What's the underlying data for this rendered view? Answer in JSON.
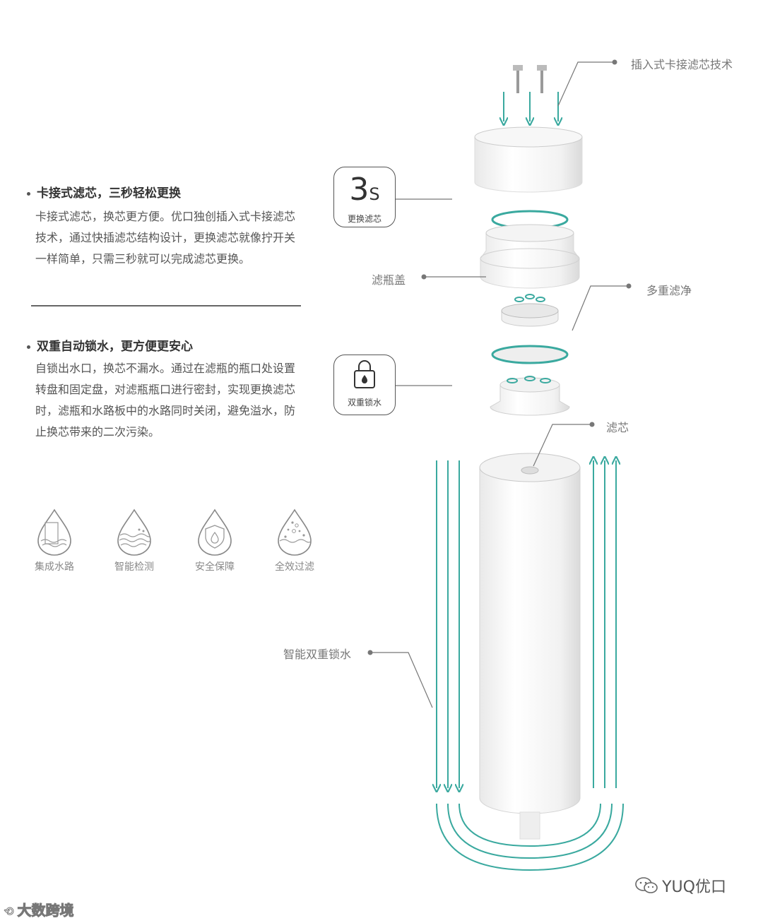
{
  "sections": [
    {
      "title": "卡接式滤芯，三秒轻松更换",
      "body": "卡接式滤芯，换芯更方便。优口独创插入式卡接滤芯技术，通过快插滤芯结构设计，更换滤芯就像拧开关一样简单，只需三秒就可以完成滤芯更换。"
    },
    {
      "title": "双重自动锁水，更方便更安心",
      "body": "自锁出水口，换芯不漏水。通过在滤瓶的瓶口处设置转盘和固定盘，对滤瓶瓶口进行密封，实现更换滤芯时，滤瓶和水路板中的水路同时关闭，避免溢水，防止换芯带来的二次污染。"
    }
  ],
  "features": [
    {
      "label": "集成水路",
      "icon": "integrated-waterway-icon"
    },
    {
      "label": "智能检测",
      "icon": "smart-detection-icon"
    },
    {
      "label": "安全保障",
      "icon": "safety-shield-icon"
    },
    {
      "label": "全效过滤",
      "icon": "full-filtration-icon"
    }
  ],
  "badges": {
    "three_sec": {
      "big": "3",
      "small": "S",
      "label": "更换滤芯"
    },
    "lock": {
      "label": "双重锁水"
    }
  },
  "callouts": {
    "plug_tech": "插入式卡接滤芯技术",
    "bottle_cap": "滤瓶盖",
    "multi_filter": "多重滤净",
    "filter_core": "滤芯",
    "smart_lock": "智能双重锁水"
  },
  "watermarks": {
    "left": "大数跨境",
    "right": "YUQ优口"
  },
  "colors": {
    "accent": "#3aa99f",
    "text": "#555555"
  }
}
